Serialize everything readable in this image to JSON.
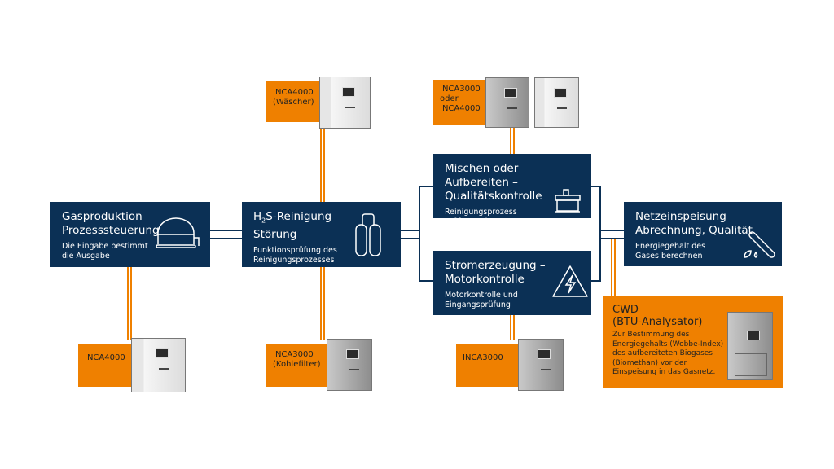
{
  "stages": [
    {
      "title_line1": "Gasproduktion –",
      "title_line2": "Prozesssteuerung",
      "subtitle_line1": "Die Eingabe bestimmt",
      "subtitle_line2": "die Ausgabe",
      "icon": "gas-dome-icon"
    },
    {
      "title_h": "H",
      "title_sub": "2",
      "title_rest": "S-Reinigung –",
      "title_line2": "Störung",
      "subtitle_line1": "Funktionsprüfung des",
      "subtitle_line2": "Reinigungsprozesses",
      "icon": "gas-cylinders-icon"
    },
    {
      "title_line1": "Mischen oder Aufbereiten –",
      "title_line2": "Qualitätskontrolle",
      "subtitle_line1": "Reinigungsprozess",
      "subtitle_line2": "prüfen und steuern",
      "icon": "tank-icon"
    },
    {
      "title_line1": "Stromerzeugung –",
      "title_line2": "Motorkontrolle",
      "subtitle_line1": "Motorkontrolle und",
      "subtitle_line2": "Eingangsprüfung",
      "icon": "lightning-warning-icon"
    },
    {
      "title_line1": "Netzeinspeisung –",
      "title_line2": "Abrechnung, Qualität",
      "subtitle_line1": "Energiegehalt des",
      "subtitle_line2": "Gases berechnen",
      "icon": "pipeline-icon"
    }
  ],
  "analyzers": {
    "top_h2s": {
      "line1": "INCA4000",
      "line2": "(Wäscher)"
    },
    "top_mix": {
      "line1": "INCA3000",
      "line2": "oder",
      "line3": "INCA4000"
    },
    "bottom_gas": {
      "line1": "INCA4000"
    },
    "bottom_h2s": {
      "line1": "INCA3000",
      "line2": "(Kohlefilter)"
    },
    "bottom_power": {
      "line1": "INCA3000"
    }
  },
  "cwd": {
    "title_line1": "CWD",
    "title_line2": "(BTU-Analysator)",
    "description": "Zur Bestimmung des Energiegehalts (Wobbe-Index) des aufbereiteten Biogases (Biomethan) vor der Einspeisung in das Gasnetz."
  },
  "colors": {
    "navy": "#0b3055",
    "orange": "#ef8000"
  }
}
